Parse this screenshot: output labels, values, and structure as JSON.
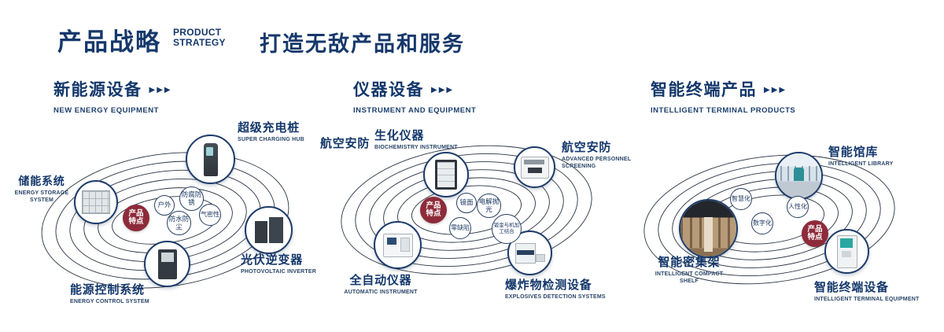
{
  "header": {
    "title": "产品战略",
    "subtitle_line1": "PRODUCT",
    "subtitle_line2": "STRATEGY",
    "tagline": "打造无敌产品和服务"
  },
  "icons": {
    "triple_arrow": "▶▶▶"
  },
  "colors": {
    "navy": "#16386b",
    "maroon": "#8e2b3a",
    "orbit_line": "#2a3342"
  },
  "sections": [
    {
      "title": "新能源设备",
      "subtitle": "NEW ENERGY EQUIPMENT",
      "feature_hub": "产品特点",
      "features": [
        "户外",
        "防腐防锈",
        "气密性",
        "防水防尘"
      ],
      "nodes": [
        {
          "label": "储能系统",
          "sublabel": "ENERGY STORAGE SYSTEM",
          "image": "energy-storage-cabinet-image"
        },
        {
          "label": "超级充电桩",
          "sublabel": "SUPER CHARGING HUB",
          "image": "charging-pile-image"
        },
        {
          "label": "光伏逆变器",
          "sublabel": "PHOTOVOLTAIC INVERTER",
          "image": "pv-inverter-image"
        },
        {
          "label": "能源控制系统",
          "sublabel": "ENERGY CONTROL SYSTEM",
          "image": "energy-control-cabinet-image"
        }
      ]
    },
    {
      "title": "仪器设备",
      "subtitle": "INSTRUMENT AND EQUIPMENT",
      "side_label": "航空安防",
      "feature_hub": "产品特点",
      "features": [
        "镜面",
        "电解抛光",
        "零缺陷",
        "钣金与机加工结合"
      ],
      "nodes": [
        {
          "label": "生化仪器",
          "sublabel": "BIOCHEMISTRY INSTRUMENT",
          "image": "biochemistry-rack-image"
        },
        {
          "label": "航空安防",
          "sublabel": "ADVANCED PERSONNEL SCREENING",
          "image": "personnel-screening-image"
        },
        {
          "label": "全自动仪器",
          "sublabel": "AUTOMATIC INSTRUMENT",
          "image": "automatic-instrument-image"
        },
        {
          "label": "爆炸物检测设备",
          "sublabel": "EXPLOSIVES DETECTION SYSTEMS",
          "image": "explosives-detector-image"
        }
      ]
    },
    {
      "title": "智能终端产品",
      "subtitle": "INTELLIGENT TERMINAL PRODUCTS",
      "feature_hub": "产品特点",
      "features": [
        "智慧化",
        "人性化",
        "数字化"
      ],
      "nodes": [
        {
          "label": "智能馆库",
          "sublabel": "INTELLIGENT LIBRARY",
          "image": "library-photo-image"
        },
        {
          "label": "智能密集架",
          "sublabel": "INTELLIGENT COMPACT SHELF",
          "image": "compact-shelf-photo-image"
        },
        {
          "label": "智能终端设备",
          "sublabel": "INTELLIGENT TERMINAL EQUIPMENT",
          "image": "terminal-kiosk-image"
        }
      ]
    }
  ]
}
